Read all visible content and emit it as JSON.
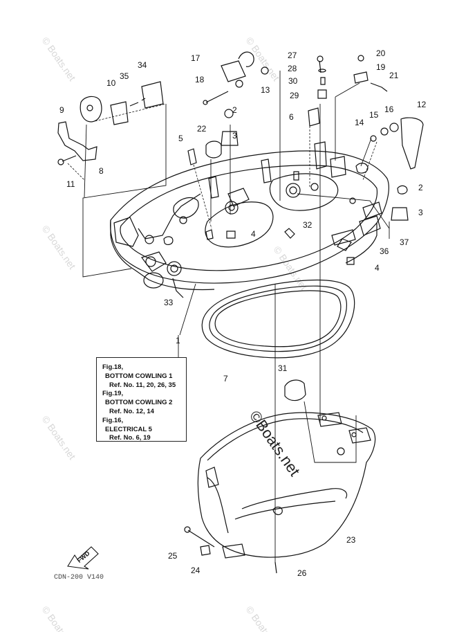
{
  "watermark": {
    "small": "© Boats.net",
    "large": "©Boats.net"
  },
  "callouts": {
    "p1": "1",
    "p2a": "2",
    "p2b": "2",
    "p3a": "3",
    "p3b": "3",
    "p4a": "4",
    "p4b": "4",
    "p5": "5",
    "p6": "6",
    "p7": "7",
    "p8": "8",
    "p9": "9",
    "p10": "10",
    "p11": "11",
    "p12": "12",
    "p13": "13",
    "p14": "14",
    "p15": "15",
    "p16": "16",
    "p17": "17",
    "p18": "18",
    "p19": "19",
    "p20": "20",
    "p21": "21",
    "p22": "22",
    "p23": "23",
    "p24": "24",
    "p25": "25",
    "p26": "26",
    "p27": "27",
    "p28": "28",
    "p29": "29",
    "p30": "30",
    "p31": "31",
    "p32": "32",
    "p33": "33",
    "p34": "34",
    "p35": "35",
    "p36": "36",
    "p37": "37"
  },
  "reference_box": {
    "fig18": "Fig.18,",
    "fig18_name": "BOTTOM COWLING 1",
    "fig18_ref": "Ref. No. 11, 20, 26, 35",
    "fig19": "Fig.19,",
    "fig19_name": "BOTTOM COWLING 2",
    "fig19_ref": "Ref. No. 12, 14",
    "fig16": "Fig.16,",
    "fig16_name": "ELECTRICAL 5",
    "fig16_ref": "Ref. No. 6, 19"
  },
  "fwd_label": "FWD",
  "drawing_code": "CDN-200 V140"
}
